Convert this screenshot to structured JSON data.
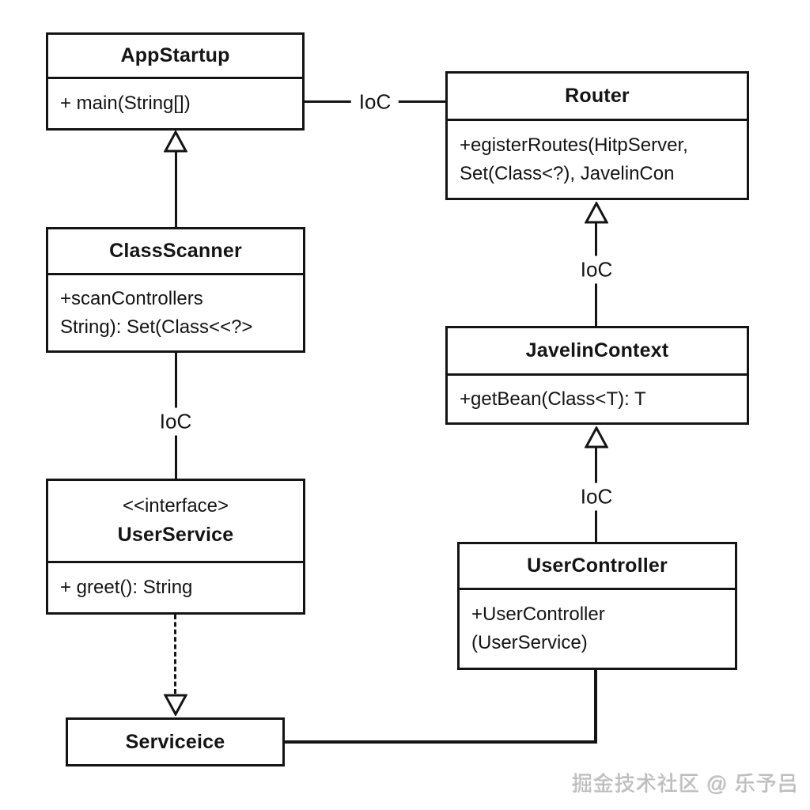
{
  "diagram_type": "uml-class-diagram",
  "classes": {
    "appStartup": {
      "name": "AppStartup",
      "methods": [
        "+ main(String[])"
      ]
    },
    "router": {
      "name": "Router",
      "methods": [
        "+egisterRoutes(HitpServer,",
        "Set(Class<?), JavelinCon"
      ]
    },
    "classScanner": {
      "name": "ClassScanner",
      "methods": [
        "+scanControllers",
        "String): Set(Class<<?>"
      ]
    },
    "userService": {
      "name": "UserService",
      "stereotype": "<<interface>",
      "methods": [
        "+ greet(): String"
      ]
    },
    "javelinContext": {
      "name": "JavelinContext",
      "methods": [
        "+getBean(Class<T): T"
      ]
    },
    "userController": {
      "name": "UserController",
      "methods": [
        "+UserController",
        "(UserService)"
      ]
    },
    "serviceice": {
      "name": "Serviceice",
      "methods": []
    }
  },
  "edgeLabels": {
    "appstartupRouter": "IoC",
    "classscannerUserservice": "IoC",
    "routerJavelincontext": "IoC",
    "javelincontextUsercontroller": "IoC"
  },
  "watermark": {
    "text": "掘金技术社区 @ 乐予吕"
  },
  "colors": {
    "line": "#141414",
    "background": "#ffffff",
    "watermark": "#bdbdbd"
  }
}
